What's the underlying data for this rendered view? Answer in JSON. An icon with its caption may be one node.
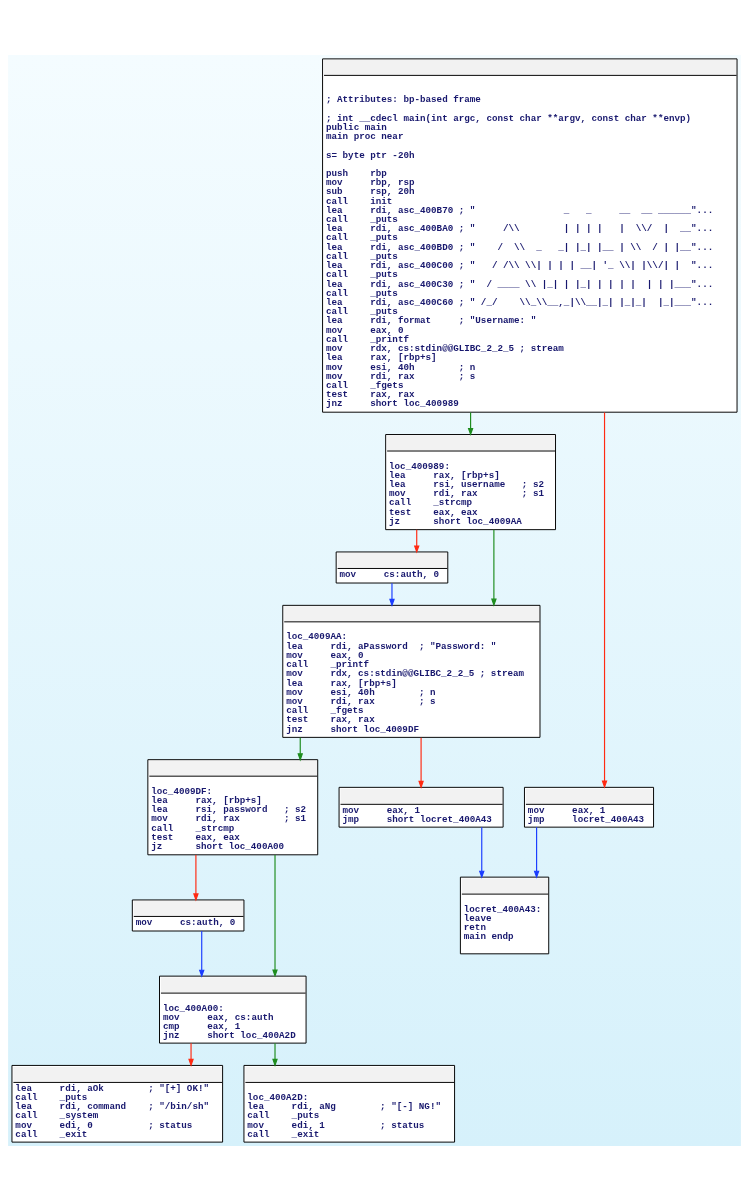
{
  "diagram": {
    "nodes": [
      {
        "text": [
          "; Attributes: bp-based frame",
          "; int __cdecl main(int argc, const char **argv, const char **envp)",
          "public main",
          "main proc near",
          "s= byte ptr -20h",
          "push    rbp",
          "mov     rbp, rsp",
          "sub     rsp, 20h",
          "call    init",
          "lea     rdi, asc_400B70 ; \"                _   _     __  __ ______\"...",
          "call    _puts",
          "lea     rdi, asc_400BA0 ; \"     /\\\\        | | | |   |  \\\\/  |  __\"...",
          "call    _puts",
          "lea     rdi, asc_400BD0 ; \"    /  \\\\  _   _| |_| |__ | \\\\  / | |__\"...",
          "call    _puts",
          "lea     rdi, asc_400C00 ; \"   / /\\\\ \\\\| | | | __| '_ \\\\| |\\\\/| |  \"...",
          "call    _puts",
          "lea     rdi, asc_400C30 ; \"  / ____ \\\\ |_| | |_| | | | |  | | |___\"...",
          "call    _puts",
          "lea     rdi, asc_400C60 ; \" /_/    \\\\_\\\\__,_|\\\\__|_| |_|_|  |_|___\"...",
          "call    _puts",
          "lea     rdi, format     ; \"Username: \"",
          "mov     eax, 0",
          "call    _printf",
          "mov     rdx, cs:stdin@@GLIBC_2_2_5 ; stream",
          "lea     rax, [rbp+s]",
          "mov     esi, 40h        ; n",
          "mov     rdi, rax        ; s",
          "call    _fgets",
          "test    rax, rax",
          "jnz     short loc_400989"
        ]
      },
      {
        "text": [
          "loc_400989:",
          "lea     rax, [rbp+s]",
          "lea     rsi, username   ; s2",
          "mov     rdi, rax        ; s1",
          "call    _strcmp",
          "test    eax, eax",
          "jz      short loc_4009AA"
        ]
      },
      {
        "text": [
          "mov     cs:auth, 0"
        ]
      },
      {
        "text": [
          "loc_4009AA:",
          "lea     rdi, aPassword  ; \"Password: \"",
          "mov     eax, 0",
          "call    _printf",
          "mov     rdx, cs:stdin@@GLIBC_2_2_5 ; stream",
          "lea     rax, [rbp+s]",
          "mov     esi, 40h        ; n",
          "mov     rdi, rax        ; s",
          "call    _fgets",
          "test    rax, rax",
          "jnz     short loc_4009DF"
        ]
      },
      {
        "text": [
          "loc_4009DF:",
          "lea     rax, [rbp+s]",
          "lea     rsi, password   ; s2",
          "mov     rdi, rax        ; s1",
          "call    _strcmp",
          "test    eax, eax",
          "jz      short loc_400A00"
        ]
      },
      {
        "text": [
          "mov     eax, 1",
          "jmp     short locret_400A43"
        ]
      },
      {
        "text": [
          "mov     eax, 1",
          "jmp     locret_400A43"
        ]
      },
      {
        "text": [
          "mov     cs:auth, 0"
        ]
      },
      {
        "text": [
          "locret_400A43:",
          "leave",
          "retn",
          "main endp"
        ]
      },
      {
        "text": [
          "loc_400A00:",
          "mov     eax, cs:auth",
          "cmp     eax, 1",
          "jnz     short loc_400A2D"
        ]
      },
      {
        "text": [
          "lea     rdi, aOk        ; \"[+] OK!\"",
          "call    _puts",
          "lea     rdi, command    ; \"/bin/sh\"",
          "call    _system",
          "mov     edi, 0          ; status",
          "call    _exit"
        ]
      },
      {
        "text": [
          "loc_400A2D:",
          "lea     rdi, aNg        ; \"[-] NG!\"",
          "call    _puts",
          "mov     edi, 1          ; status",
          "call    _exit"
        ]
      }
    ],
    "edges": [
      {
        "from": 0,
        "to": 1,
        "arrow": "to",
        "color": "#1e8c1e"
      },
      {
        "from": 0,
        "to": 6,
        "arrow": "to",
        "color": "#ff2a12"
      },
      {
        "from": 1,
        "to": 2,
        "arrow": "to",
        "color": "#ff2a12"
      },
      {
        "from": 1,
        "to": 3,
        "arrow": "to",
        "color": "#1e8c1e"
      },
      {
        "from": 2,
        "to": 3,
        "arrow": "to",
        "color": "#1a3cff"
      },
      {
        "from": 3,
        "to": 4,
        "arrow": "to",
        "color": "#1e8c1e"
      },
      {
        "from": 3,
        "to": 5,
        "arrow": "to",
        "color": "#ff2a12"
      },
      {
        "from": 4,
        "to": 7,
        "arrow": "to",
        "color": "#ff2a12"
      },
      {
        "from": 4,
        "to": 9,
        "arrow": "to",
        "color": "#1e8c1e"
      },
      {
        "from": 7,
        "to": 9,
        "arrow": "to",
        "color": "#1a3cff"
      },
      {
        "from": 5,
        "to": 8,
        "arrow": "to",
        "color": "#1a3cff"
      },
      {
        "from": 6,
        "to": 8,
        "arrow": "to",
        "color": "#1a3cff"
      },
      {
        "from": 9,
        "to": 10,
        "arrow": "to",
        "color": "#ff2a12"
      },
      {
        "from": 9,
        "to": 11,
        "arrow": "to",
        "color": "#1e8c1e"
      }
    ]
  }
}
